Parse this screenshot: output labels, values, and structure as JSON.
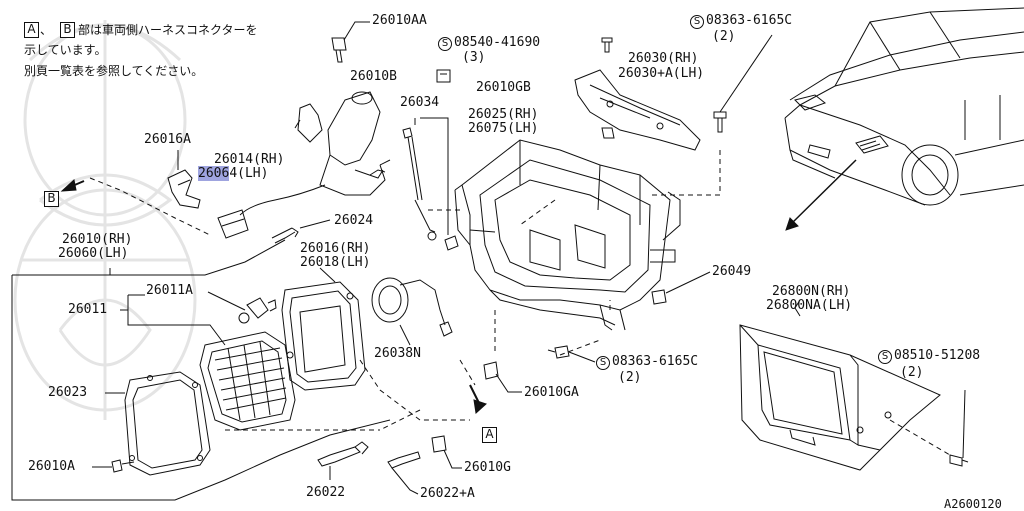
{
  "notes": {
    "line1_mid": "部は車両側ハーネスコネクターを",
    "line2": "示しています。",
    "line3": "別頁一覧表を参照してください。",
    "connector_a": "A",
    "connector_b": "B",
    "separator": "、"
  },
  "parts": {
    "p26010AA": "26010AA",
    "p08540": "08540-41690",
    "p08540_qty": "(3)",
    "p08363_top": "08363-6165C",
    "p08363_top_qty": "(2)",
    "p26010B": "26010B",
    "p26030_rh": "26030(RH)",
    "p26030_lh": "26030+A(LH)",
    "p26010GB": "26010GB",
    "p26034": "26034",
    "p26025_rh": "26025(RH)",
    "p26075_lh": "26075(LH)",
    "p26016A": "26016A",
    "p26014_rh": "26014(RH)",
    "p26064_lh_hl": "2606",
    "p26064_lh_rest": "4(LH)",
    "p26024": "26024",
    "p26010_rh": "26010(RH)",
    "p26060_lh": "26060(LH)",
    "p26016_rh": "26016(RH)",
    "p26018_lh": "26018(LH)",
    "p26011A": "26011A",
    "p26011": "26011",
    "p26038N": "26038N",
    "p26049": "26049",
    "p26800N_rh": "26800N(RH)",
    "p26800NA_lh": "26800NA(LH)",
    "p08363_mid": "08363-6165C",
    "p08363_mid_qty": "(2)",
    "p26010GA": "26010GA",
    "p08510": "08510-51208",
    "p08510_qty": "(2)",
    "p26023": "26023",
    "p26010A": "26010A",
    "p26010G": "26010G",
    "p26022": "26022",
    "p26022A": "26022+A"
  },
  "screw_symbol": "S",
  "figure_code": "A2600120",
  "colors": {
    "line": "#111111",
    "highlight": "#9fa4df",
    "watermark": "#e4e4e4"
  }
}
